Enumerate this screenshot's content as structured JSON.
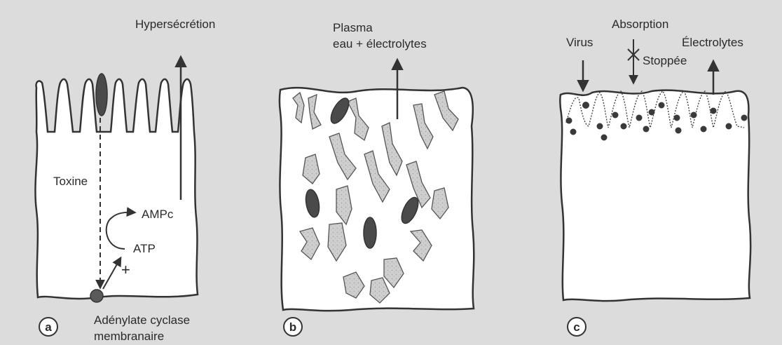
{
  "panel_a": {
    "letter": "a",
    "labels": {
      "hypersecretion": "Hypersécrétion",
      "toxine": "Toxine",
      "ampc": "AMPc",
      "atp": "ATP",
      "plus": "+",
      "adenylate_line1": "Adénylate cyclase",
      "adenylate_line2": "membranaire"
    }
  },
  "panel_b": {
    "letter": "b",
    "labels": {
      "plasma": "Plasma",
      "eau_electrolytes": "eau + électrolytes"
    }
  },
  "panel_c": {
    "letter": "c",
    "labels": {
      "absorption": "Absorption",
      "virus": "Virus",
      "stoppee": "Stoppée",
      "electrolytes": "Électrolytes"
    }
  },
  "colors": {
    "background": "#dcdcdc",
    "cell_fill": "#ffffff",
    "outline": "#333333",
    "dark_cell": "#4a4a4a",
    "villi_fill": "#c8c8c8"
  }
}
